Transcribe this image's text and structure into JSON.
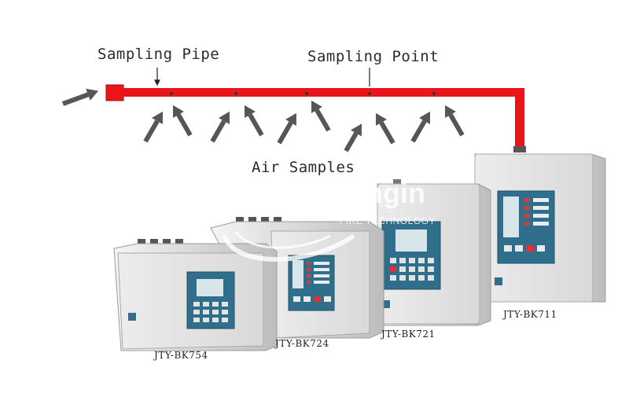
{
  "labels": {
    "sampling_pipe": "Sampling Pipe",
    "sampling_point": "Sampling Point",
    "air_samples": "Air Samples"
  },
  "detectors": [
    {
      "model": "JTY-BK754"
    },
    {
      "model": "JTY-BK724"
    },
    {
      "model": "JTY-BK721"
    },
    {
      "model": "JTY-BK711"
    }
  ],
  "watermark": {
    "brand": "ngin",
    "tagline": "FIRE TECHNOLOGY"
  },
  "colors": {
    "pipe": "#e8161b",
    "arrow": "#555555",
    "housing": "#e4e4e4",
    "panel": "#2f6f8c"
  }
}
